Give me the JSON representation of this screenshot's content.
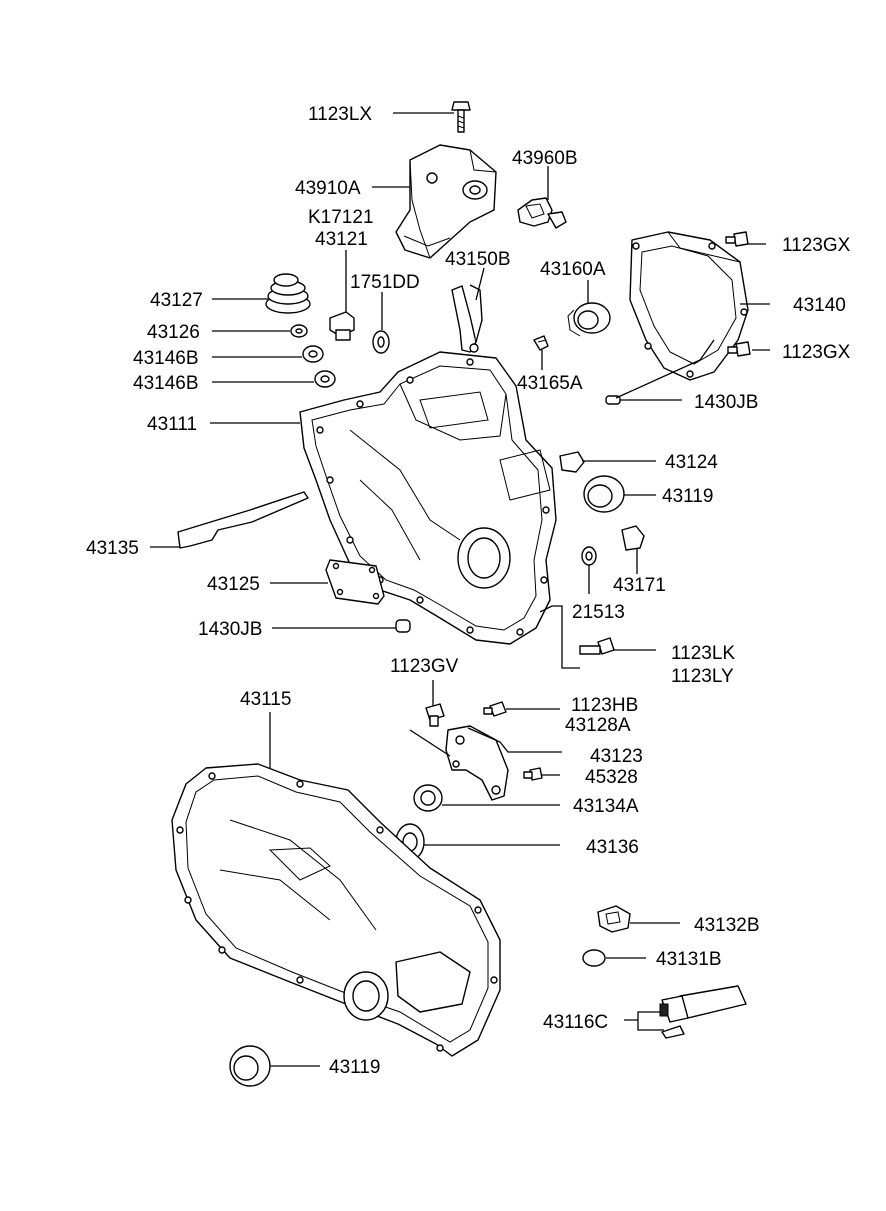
{
  "labels": {
    "p1123LX": "1123LX",
    "p43960B": "43960B",
    "p43910A": "43910A",
    "pK17121": "K17121",
    "p43121": "43121",
    "p43150B": "43150B",
    "p43160A": "43160A",
    "p1123GX_a": "1123GX",
    "p1751DD": "1751DD",
    "p43127": "43127",
    "p43140": "43140",
    "p43126": "43126",
    "p43146B_a": "43146B",
    "p1123GX_b": "1123GX",
    "p43165A": "43165A",
    "p43146B_b": "43146B",
    "p1430JB_a": "1430JB",
    "p43111": "43111",
    "p43124": "43124",
    "p43119_a": "43119",
    "p43135": "43135",
    "p43171": "43171",
    "p43125": "43125",
    "p21513": "21513",
    "p1430JB_b": "1430JB",
    "p1123LK": "1123LK",
    "p1123GV": "1123GV",
    "p1123LY": "1123LY",
    "p43115": "43115",
    "p1123HB": "1123HB",
    "p43128A": "43128A",
    "p43123": "43123",
    "p45328": "45328",
    "p43134A": "43134A",
    "p43136": "43136",
    "p43132B": "43132B",
    "p43131B": "43131B",
    "p43116C": "43116C",
    "p43119_b": "43119"
  }
}
